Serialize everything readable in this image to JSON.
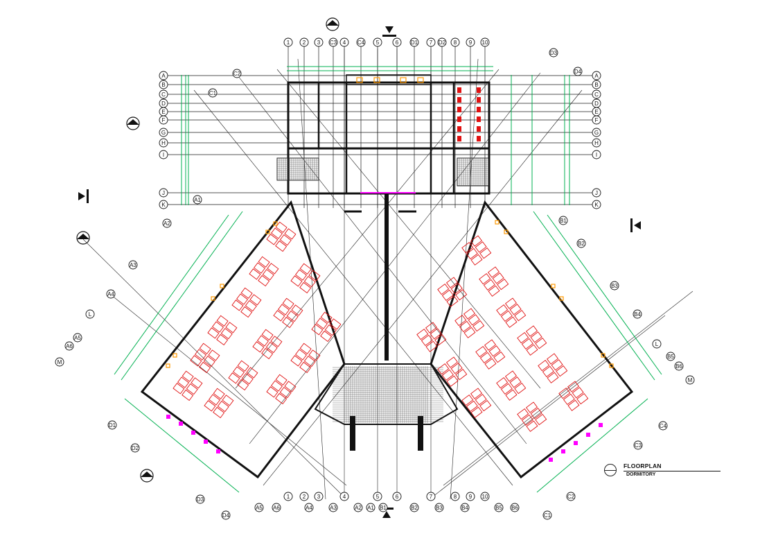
{
  "drawing": {
    "title": "FLOORPLAN",
    "subtitle": "DORMITORY"
  },
  "grid_labels": {
    "top_numbers": [
      "1",
      "2",
      "3",
      "C3",
      "4",
      "C4",
      "5",
      "6",
      "D1",
      "7",
      "D2",
      "8",
      "9",
      "10"
    ],
    "left_letters": [
      "A",
      "B",
      "C",
      "D",
      "E",
      "F",
      "G",
      "H",
      "I",
      "J",
      "K"
    ],
    "right_letters": [
      "A",
      "B",
      "C",
      "D",
      "E",
      "F",
      "G",
      "H",
      "I",
      "J",
      "K"
    ],
    "wing_left": [
      "A1",
      "A2",
      "A3",
      "A4",
      "L",
      "A5",
      "A6",
      "M",
      "C2",
      "C1"
    ],
    "wing_right": [
      "B1",
      "B2",
      "B3",
      "B4",
      "L",
      "B5",
      "B6",
      "M",
      "D3",
      "D4"
    ],
    "bottom_left": [
      "D1",
      "D2",
      "D3",
      "D4",
      "A5",
      "A6",
      "1",
      "2",
      "3",
      "A4",
      "A3",
      "4"
    ],
    "bottom_center": [
      "A2",
      "A1",
      "5",
      "B1",
      "6",
      "B2",
      "7",
      "B3",
      "8"
    ],
    "bottom_right": [
      "9",
      "B4",
      "10",
      "B5",
      "B6",
      "C4",
      "C3",
      "C2",
      "C1"
    ]
  },
  "colors": {
    "wall": "#111111",
    "grid": "#1a1a1a",
    "dimension": "#00b050",
    "furniture": "#e01010",
    "fixture": "#ff00ff",
    "door_highlight": "#ff9900"
  }
}
